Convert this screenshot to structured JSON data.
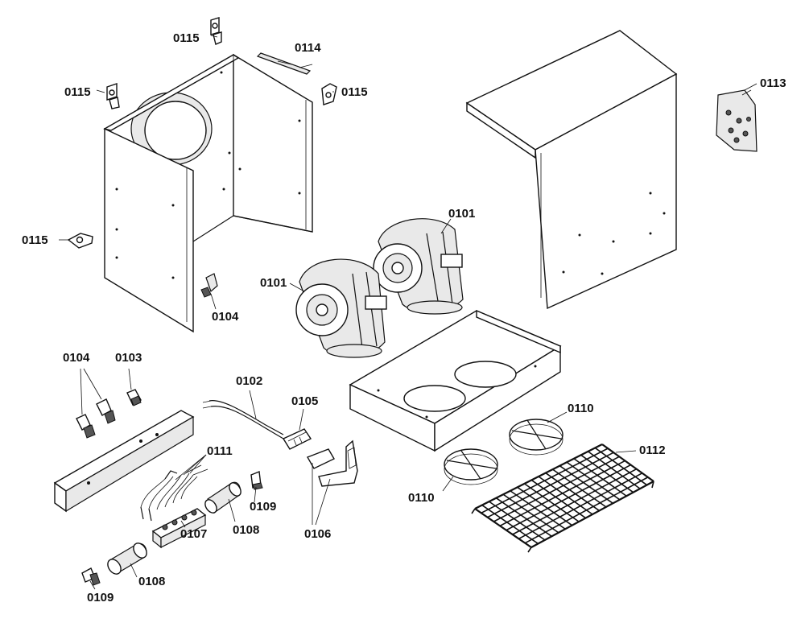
{
  "diagram": {
    "labels": [
      {
        "id": "l-0115-a",
        "text": "0115"
      },
      {
        "id": "l-0114",
        "text": "0114"
      },
      {
        "id": "l-0115-b",
        "text": "0115"
      },
      {
        "id": "l-0115-c",
        "text": "0115"
      },
      {
        "id": "l-0113",
        "text": "0113"
      },
      {
        "id": "l-0115-d",
        "text": "0115"
      },
      {
        "id": "l-0101-a",
        "text": "0101"
      },
      {
        "id": "l-0101-b",
        "text": "0101"
      },
      {
        "id": "l-0104-a",
        "text": "0104"
      },
      {
        "id": "l-0104-b",
        "text": "0104"
      },
      {
        "id": "l-0103",
        "text": "0103"
      },
      {
        "id": "l-0102",
        "text": "0102"
      },
      {
        "id": "l-0105",
        "text": "0105"
      },
      {
        "id": "l-0110-a",
        "text": "0110"
      },
      {
        "id": "l-0112",
        "text": "0112"
      },
      {
        "id": "l-0111",
        "text": "0111"
      },
      {
        "id": "l-0109-a",
        "text": "0109"
      },
      {
        "id": "l-0108-a",
        "text": "0108"
      },
      {
        "id": "l-0106",
        "text": "0106"
      },
      {
        "id": "l-0110-b",
        "text": "0110"
      },
      {
        "id": "l-0107",
        "text": "0107"
      },
      {
        "id": "l-0108-b",
        "text": "0108"
      },
      {
        "id": "l-0109-b",
        "text": "0109"
      }
    ]
  }
}
